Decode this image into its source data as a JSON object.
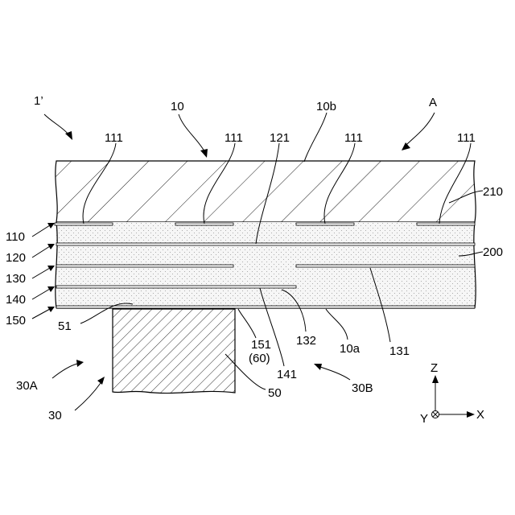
{
  "figure": {
    "labels": {
      "assembly": "1’",
      "member_10": "10",
      "surface_10b": "10b",
      "arrow_a": "A",
      "pad_111": [
        "111",
        "111",
        "111",
        "111"
      ],
      "layer_121": "121",
      "layer_210": "210",
      "layer_200": "200",
      "layer_110": "110",
      "layer_120": "120",
      "layer_130": "130",
      "layer_140": "140",
      "layer_150": "150",
      "contact_51": "51",
      "layer_132": "132",
      "surface_10a": "10a",
      "layer_131": "131",
      "layer_151": "151",
      "layer_60": "(60)",
      "layer_141": "141",
      "body_50": "50",
      "side_30a": "30A",
      "side_30b": "30B",
      "body_30": "30",
      "axis_z": "Z",
      "axis_y": "Y",
      "axis_x": "X"
    }
  }
}
